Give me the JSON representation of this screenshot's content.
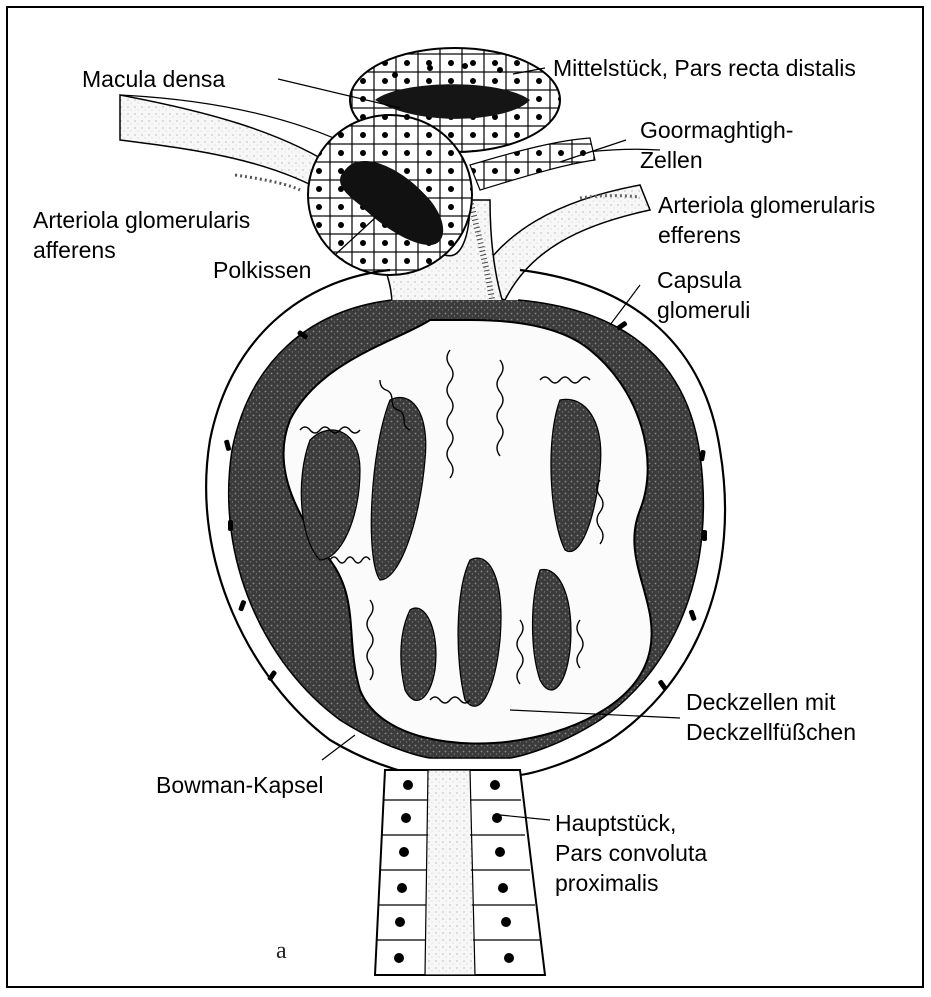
{
  "figure": {
    "panel_letter": "a",
    "labels": {
      "macula_densa": "Macula densa",
      "mittelstueck": "Mittelstück, Pars recta distalis",
      "goormaghtigh_1": "Goormaghtigh-",
      "goormaghtigh_2": "Zellen",
      "afferens_1": "Arteriola glomerularis",
      "afferens_2": "afferens",
      "efferens_1": "Arteriola glomerularis",
      "efferens_2": "efferens",
      "polkissen": "Polkissen",
      "capsula_1": "Capsula",
      "capsula_2": "glomeruli",
      "deckzellen_1": "Deckzellen mit",
      "deckzellen_2": "Deckzellfüßchen",
      "bowman": "Bowman-Kapsel",
      "hauptstueck_1": "Hauptstück,",
      "hauptstueck_2": "Pars convoluta",
      "hauptstueck_3": "proximalis"
    },
    "colors": {
      "ink": "#000000",
      "dark_fill": "#3a3a3a",
      "mid_fill": "#6a6a6a",
      "light_fill": "#f4f4f4"
    }
  }
}
